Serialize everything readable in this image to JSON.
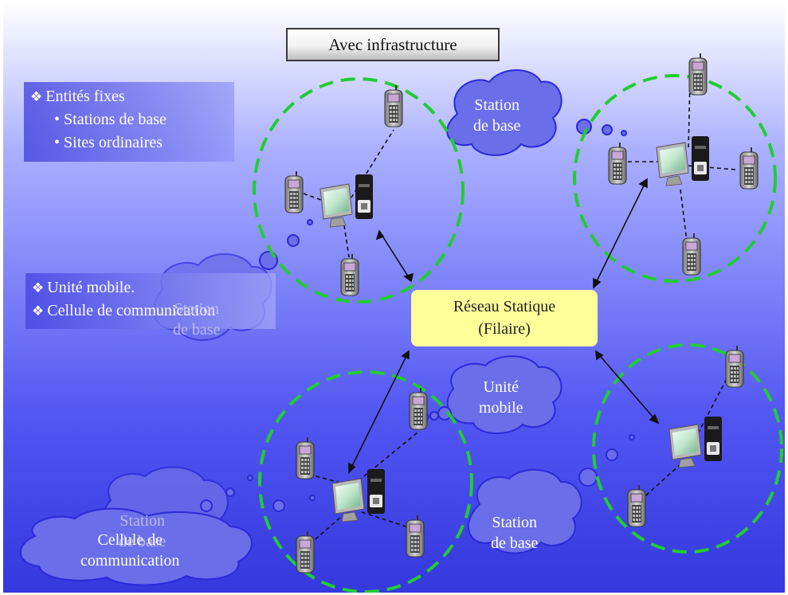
{
  "title": "Avec infrastructure",
  "legend_fixed": {
    "heading": "Entités fixes",
    "items": [
      "Stations de base",
      "Sites ordinaires"
    ]
  },
  "legend_mobile": {
    "items": [
      "Unité mobile.",
      "Cellule de communication"
    ]
  },
  "hub": {
    "line1": "Réseau Statique",
    "line2": "(Filaire)"
  },
  "clouds": {
    "station_top": [
      "Station",
      "de base"
    ],
    "station_left_ghost": [
      "Station",
      "de base"
    ],
    "unite_mobile": [
      "Unité",
      "mobile"
    ],
    "station_bottom_right": [
      "Station",
      "de base"
    ],
    "station_bottom_left": [
      "Station",
      "de base"
    ],
    "cellule": [
      "Cellule de",
      "communication"
    ]
  },
  "colors": {
    "cell_ring": "#22cc33",
    "hub_fill": "#ffff99",
    "cloud_fill": "#6a6ee8",
    "cloud_stroke": "#2a2ad8"
  },
  "icons": [
    "mobile-phone-icon",
    "computer-monitor-icon",
    "base-station-tower-icon"
  ]
}
